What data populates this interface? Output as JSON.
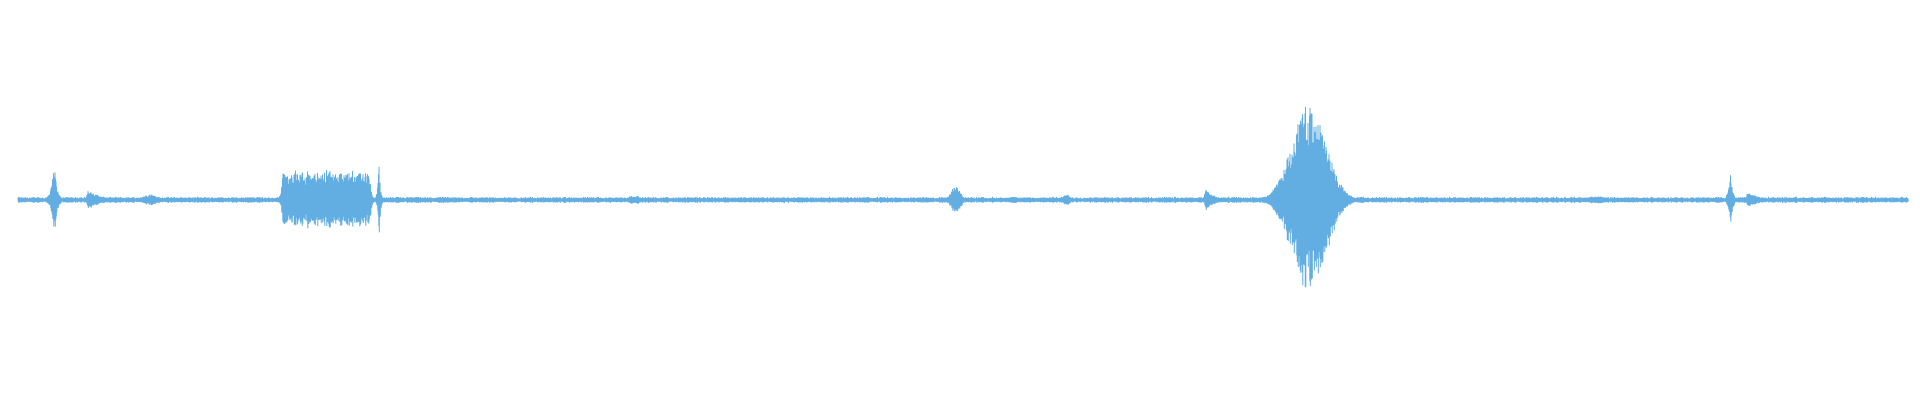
{
  "waveform": {
    "color": "#62ade2",
    "background": "#ffffff",
    "bursts": [
      {
        "center": 0.019,
        "width": 0.008,
        "amp": 0.45,
        "shape": "spike"
      },
      {
        "center": 0.04,
        "width": 0.02,
        "amp": 0.1,
        "shape": "decay"
      },
      {
        "center": 0.07,
        "width": 0.015,
        "amp": 0.06,
        "shape": "bump"
      },
      {
        "center": 0.163,
        "width": 0.046,
        "amp": 0.33,
        "shape": "block"
      },
      {
        "center": 0.191,
        "width": 0.004,
        "amp": 0.4,
        "shape": "spike"
      },
      {
        "center": 0.326,
        "width": 0.012,
        "amp": 0.05,
        "shape": "bump"
      },
      {
        "center": 0.496,
        "width": 0.01,
        "amp": 0.14,
        "shape": "bump"
      },
      {
        "center": 0.555,
        "width": 0.008,
        "amp": 0.06,
        "shape": "bump"
      },
      {
        "center": 0.63,
        "width": 0.012,
        "amp": 0.12,
        "shape": "decay"
      },
      {
        "center": 0.683,
        "width": 0.03,
        "amp": 1.0,
        "shape": "swell"
      },
      {
        "center": 0.835,
        "width": 0.025,
        "amp": 0.04,
        "shape": "bump"
      },
      {
        "center": 0.906,
        "width": 0.006,
        "amp": 0.35,
        "shape": "spike"
      },
      {
        "center": 0.918,
        "width": 0.02,
        "amp": 0.08,
        "shape": "decay"
      }
    ],
    "noise_floor": 0.035
  }
}
